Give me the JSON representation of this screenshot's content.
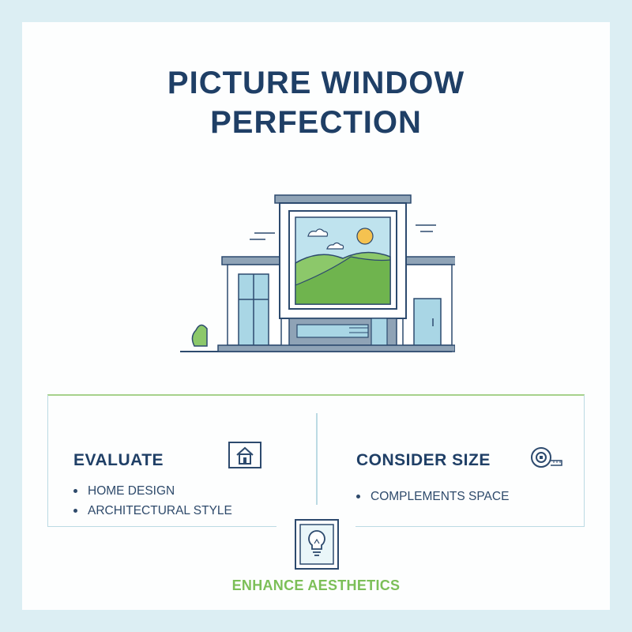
{
  "title": {
    "line1": "PICTURE WINDOW",
    "line2": "PERFECTION"
  },
  "left_column": {
    "heading": "EVALUATE",
    "icon": "house-frame-icon",
    "items": [
      "HOME DESIGN",
      "ARCHITECTURAL STYLE"
    ]
  },
  "right_column": {
    "heading": "CONSIDER SIZE",
    "icon": "tape-measure-icon",
    "items": [
      "COMPLEMENTS SPACE"
    ]
  },
  "footer": {
    "icon": "lightbulb-icon",
    "label": "ENHANCE AESTHETICS"
  },
  "colors": {
    "navy": "#1f3f66",
    "green": "#7cbf58",
    "light_blue": "#a9d6e5",
    "background": "#dceef3"
  }
}
